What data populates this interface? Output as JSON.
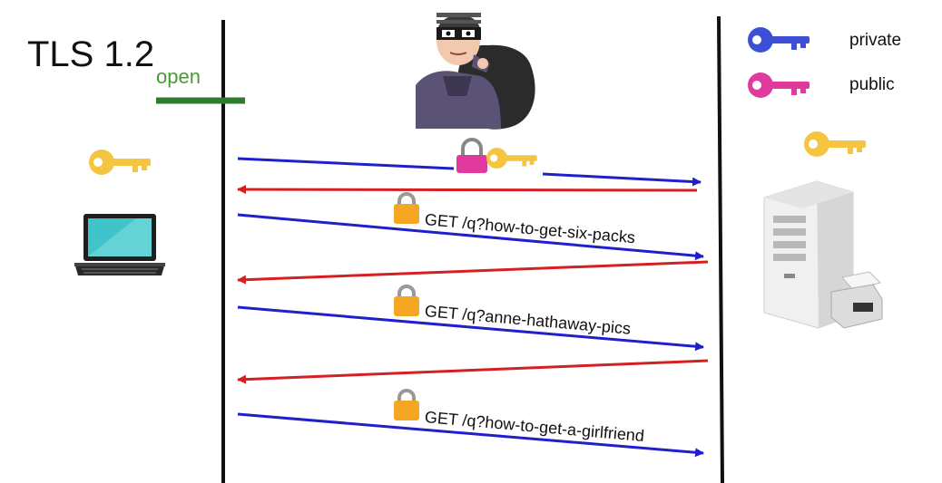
{
  "title": "TLS 1.2",
  "open_label": "open",
  "legend": {
    "private": {
      "label": "private",
      "color": "#3d4fd6"
    },
    "public": {
      "label": "public",
      "color": "#e03a9f"
    }
  },
  "colors": {
    "client_to_server": "#1f1fcc",
    "server_to_client": "#d42020",
    "session_key": "#f5c542",
    "padlock_orange": "#f5a623",
    "padlock_pink": "#e03a9f",
    "open_bar": "#2e7d2e"
  },
  "messages": [
    "GET /q?how-to-get-six-packs",
    "GET /q?anne-hathaway-pics",
    "GET /q?how-to-get-a-girlfriend"
  ],
  "icons": {
    "client": "laptop-icon",
    "server": "server-tower-icon",
    "eavesdropper": "thief-icon",
    "client_key": "key-icon",
    "server_key": "key-icon",
    "lock": "padlock-icon"
  }
}
